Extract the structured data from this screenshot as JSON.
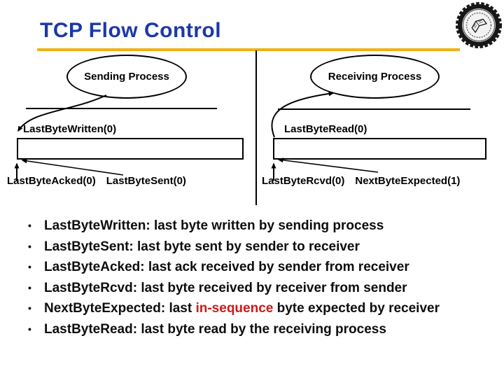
{
  "slide": {
    "title": "TCP Flow Control",
    "bullet_char": "•"
  },
  "colors": {
    "title_blue": "#1c38a8",
    "rule_gold": "#eeb111",
    "highlight_red": "#d01818",
    "ink": "#000000"
  },
  "diagram": {
    "sender": {
      "process_label": "Sending Process",
      "written_label": "LastByteWritten(0)",
      "acked_label": "LastByteAcked(0)",
      "sent_label": "LastByteSent(0)"
    },
    "receiver": {
      "process_label": "Receiving Process",
      "read_label": "LastByteRead(0)",
      "rcvd_label": "LastByteRcvd(0)",
      "expected_label": "NextByteExpected(1)"
    }
  },
  "bullets": [
    [
      {
        "text": "LastByteWritten: last byte written by sending process"
      }
    ],
    [
      {
        "text": "LastByteSent: last byte sent by sender to receiver"
      }
    ],
    [
      {
        "text": "LastByteAcked: last ack received by sender from receiver"
      }
    ],
    [
      {
        "text": "LastByteRcvd: last byte received by receiver from sender"
      }
    ],
    [
      {
        "text": "NextByteExpected: last "
      },
      {
        "text": "in-sequence",
        "red": true
      },
      {
        "text": " byte expected by receiver"
      }
    ],
    [
      {
        "text": "LastByteRead: last byte read by the receiving process"
      }
    ]
  ]
}
